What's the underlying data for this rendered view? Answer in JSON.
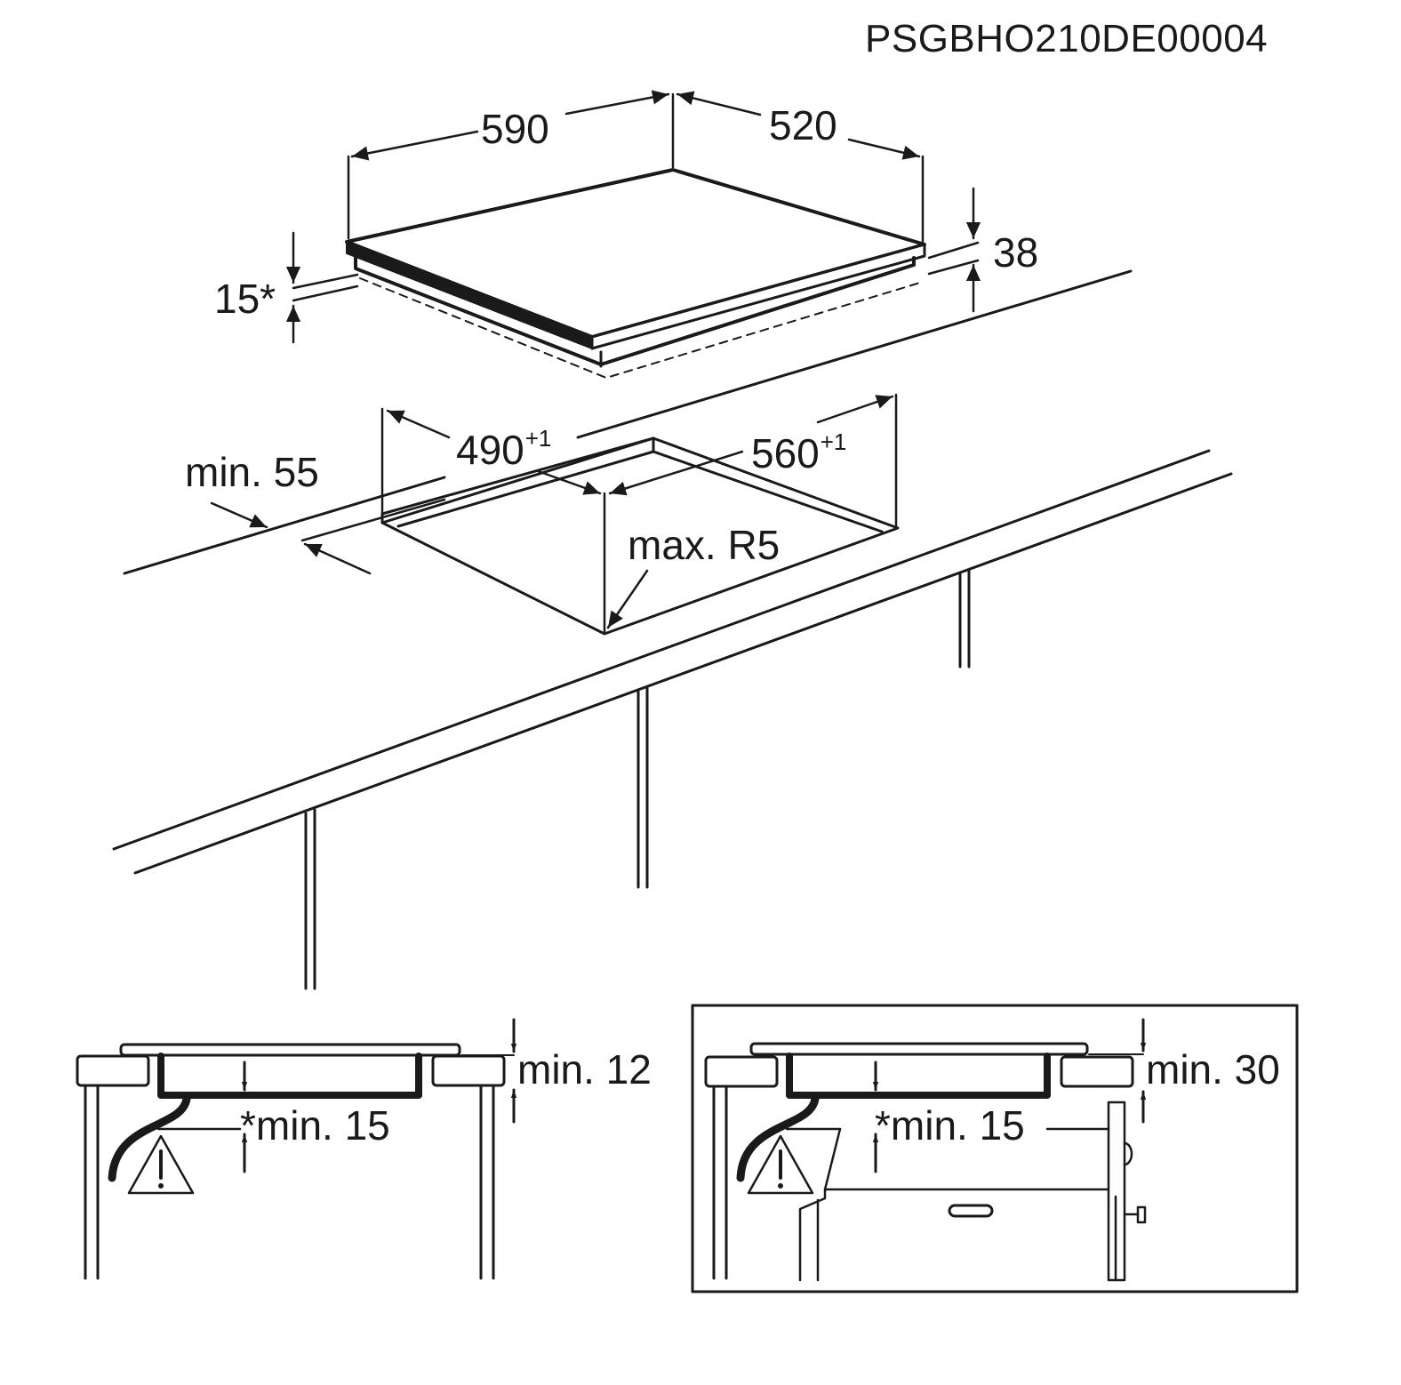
{
  "document_code": "PSGBHO210DE00004",
  "hob": {
    "width": "590",
    "depth": "520",
    "height": "38",
    "frame_offset": "15*"
  },
  "cutout": {
    "width_value": "490",
    "width_tolerance": "+1",
    "length_value": "560",
    "length_tolerance": "+1",
    "corner_radius": "max. R5",
    "edge_distance": "min. 55"
  },
  "detail_left": {
    "top_clearance": "min. 12",
    "bottom_clearance": "*min. 15"
  },
  "detail_right": {
    "top_clearance": "min. 30",
    "bottom_clearance": "*min. 15"
  },
  "colors": {
    "ink": "#1a1a1a",
    "background": "#ffffff"
  },
  "icons": [
    "warning-triangle-icon",
    "oven-knob-icon",
    "oven-handle-icon"
  ]
}
